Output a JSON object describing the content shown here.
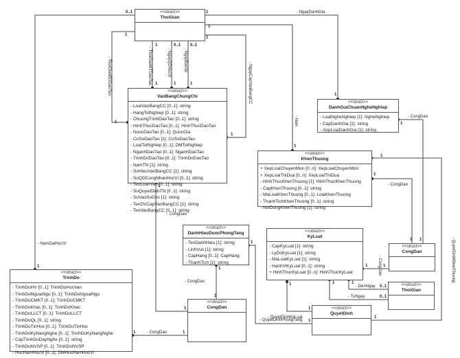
{
  "diagram": {
    "stereotype": "<<struct>>",
    "classes": {
      "thoigian_top": {
        "name": "ThoiGian",
        "attributes": []
      },
      "vanbang": {
        "name": "VanBangChungChi",
        "attributes": [
          "- LoaiVanBangCC [0..1]: string",
          "- HangTotNghiep [0..1]: string",
          "- ChuongTrinhDaoTao [0..1]: string",
          "- HinhThucDaoTao [0..1]: HinhThucDaoTao",
          "- NuocDaoTao [0..1]: QuocGia",
          "- CoSoDaoTao [1]: CoSoDaoTao",
          "- LoaiTotNghiep [0..1]: DMTotNghiep",
          "- NganhDaoTao [0..1]: NganhDaoTao",
          "- TrinhDoDaoTao [0..1]: TrinhDoDaoTao",
          "- NamTN [1]: string",
          "- SoHieuVanBangCC [1]: string",
          "- SoQDCongNhanHocVi [0..1]: string",
          "- TenLuanVan [0..1]: string",
          "- SoQuyetDinhTN [0..1]: string",
          "- SoVaoSoGoc [1]: string",
          "- TenDVCapVanBangCC [1]: string",
          "- TenVanBangCC [0..1]: string"
        ]
      },
      "danhgia": {
        "name": "DanhGiaChuanNgheNghiep",
        "attributes": [
          "- LoaiNgheNghiep [1]: NgheNghiep",
          "- CapDanhGia [1]: string",
          "- XepLoaiDanhGia [1]: string"
        ]
      },
      "khenthuong": {
        "name": "KhenThuong",
        "attributes": [
          "+ XepLoaiChuyenMon [0..n]: XepLoaiChuyenMon",
          "+ XepLoaiThiDua [0..n]: XepLoaiThiDua",
          "- HinhThucKhenThuong [1]: HinhThucKhenThuong",
          "- CapKhenThuong [0..1]: string",
          "- MaLoaiKhenThuong [0..1]: LoaiKhenThuong",
          "- ThanhTichKhenThuong [0..1]: string",
          "- NoiDungKhenThuong [1]: string"
        ]
      },
      "danhhieu": {
        "name": "DanhHieuDuocPhongTang",
        "attributes": [
          "- TenDanhHieu [1]: string",
          "- LinhVuc [1]: string",
          "- CapHang [0..1]: CapHang",
          "- ThanhTich [1]: string"
        ]
      },
      "kyluat": {
        "name": "KyLuat",
        "attributes": [
          "- CapKyLuat [1]: string",
          "- LyDoKyLuat [1]: string",
          "- MaLoaiKyLuat [1]: string",
          "- HanhViKyLuat [0..1]: string",
          "+ HinhThucKyLuat [0..n]: HinhThucKyLuat"
        ]
      },
      "congdan_right": {
        "name": "CongDan",
        "attributes": []
      },
      "thoigian_right": {
        "name": "ThoiGian",
        "attributes": []
      },
      "quyetdinh": {
        "name": "QuyetDinh",
        "attributes": []
      },
      "trinhdo": {
        "name": "TrinhDo",
        "attributes": [
          "- TrinhDoHV [0..1]: TrinhDoHocVan",
          "- TrinhDoNgoaiNgu [0..1]: TrinhDoNgoaiNgu",
          "- TrinhDoCMKT [0..1]: TrinhDoCMKT",
          "- TrinhDoKhac [0..1]: TrinhDoKhac",
          "- TrinhDoLLCT [0..1]: TrinhDoLLCT",
          "- TrinhDoQL [0..1]: string",
          "- TrinhDoTinHoc [0..1]: TrinhDoTinHoc",
          "- TrinhDoKyNangNghe [0..1]: TrinhDoKyNangNghe",
          "- CapTrinhDoDayNghe [0..1]: string",
          "- TrinhDoNVSP [0..1]: TrinhDoNVSP",
          "- HocHamHocVi [0..1]: DMHocHamHocVi"
        ]
      },
      "congdan_bottom": {
        "name": "CongDan",
        "attributes": []
      }
    },
    "labels": {
      "ngay_danh_gia": "- NgayDanhGia",
      "thoigian_bd": "- ThoiGianBDDaoTao",
      "thoigian_kt": "- ThoiGianKTDaoTao",
      "ngay_qd_hocvi": "- NgayQDHocVi",
      "ngay_bao_ve": "- NgayBaoVe",
      "ngay_cap": "- NgayCapVanBangCC",
      "nam": "- Nam",
      "congdan_vb": "- CongDan",
      "congdan_dg": "- CongDan",
      "congdan_kt": "- CongDan",
      "congdan_kl": "- CongDan",
      "congdan_dh": "- CongDan",
      "congdan_td": "- CongDan",
      "nam_dat_hocvi": "- NamDatHocVi",
      "den_ngay": "- DenNgay",
      "tu_ngay": "- TuNgay",
      "qd_kyluat": "- QuyetDinhKyLuat",
      "qd_phongtang": "- QuyetDinhPhongTang",
      "qd_khenthuong": "- QuyetDinhKhenThuong"
    },
    "multiplicities": {
      "one": "1",
      "zero_one": "0..1"
    }
  }
}
